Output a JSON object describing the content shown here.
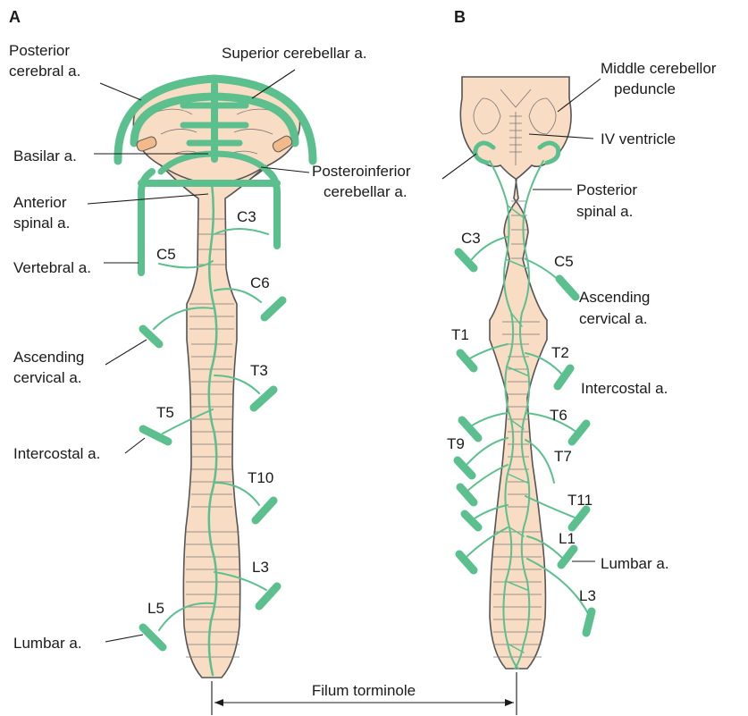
{
  "panels": {
    "a": "A",
    "b": "B"
  },
  "colors": {
    "artery": "#5bc08e",
    "tissue": "#f9dcc4",
    "outline": "#555555",
    "basilar_tip": "#f2b98a"
  },
  "labels_a": {
    "posterior_cerebral_1": "Posterior",
    "posterior_cerebral_2": "cerebral a.",
    "superior_cerebellar": "Superior cerebellar a.",
    "basilar": "Basilar a.",
    "posteroinferior_1": "Posteroinferior",
    "posteroinferior_2": "cerebellar a.",
    "anterior_spinal_1": "Anterior",
    "anterior_spinal_2": "spinal a.",
    "vertebral": "Vertebral a.",
    "ascending_cervical_1": "Ascending",
    "ascending_cervical_2": "cervical a.",
    "intercostal": "Intercostal a.",
    "lumbar": "Lumbar a."
  },
  "levels_a": {
    "c3": "C3",
    "c5": "C5",
    "c6": "C6",
    "t3": "T3",
    "t5": "T5",
    "t10": "T10",
    "l3": "L3",
    "l5": "L5"
  },
  "labels_b": {
    "middle_cerebellar_1": "Middle cerebellor",
    "middle_cerebellar_2": "peduncle",
    "iv_ventricle": "IV ventricle",
    "posterior_spinal_1": "Posterior",
    "posterior_spinal_2": "spinal a.",
    "ascending_cervical_1": "Ascending",
    "ascending_cervical_2": "cervical a.",
    "intercostal": "Intercostal a.",
    "lumbar": "Lumbar a."
  },
  "levels_b": {
    "c3": "C3",
    "c5": "C5",
    "t1": "T1",
    "t2": "T2",
    "t6": "T6",
    "t7": "T7",
    "t9": "T9",
    "t11": "T11",
    "l1": "L1",
    "l3": "L3"
  },
  "filum": "Filum torminole"
}
